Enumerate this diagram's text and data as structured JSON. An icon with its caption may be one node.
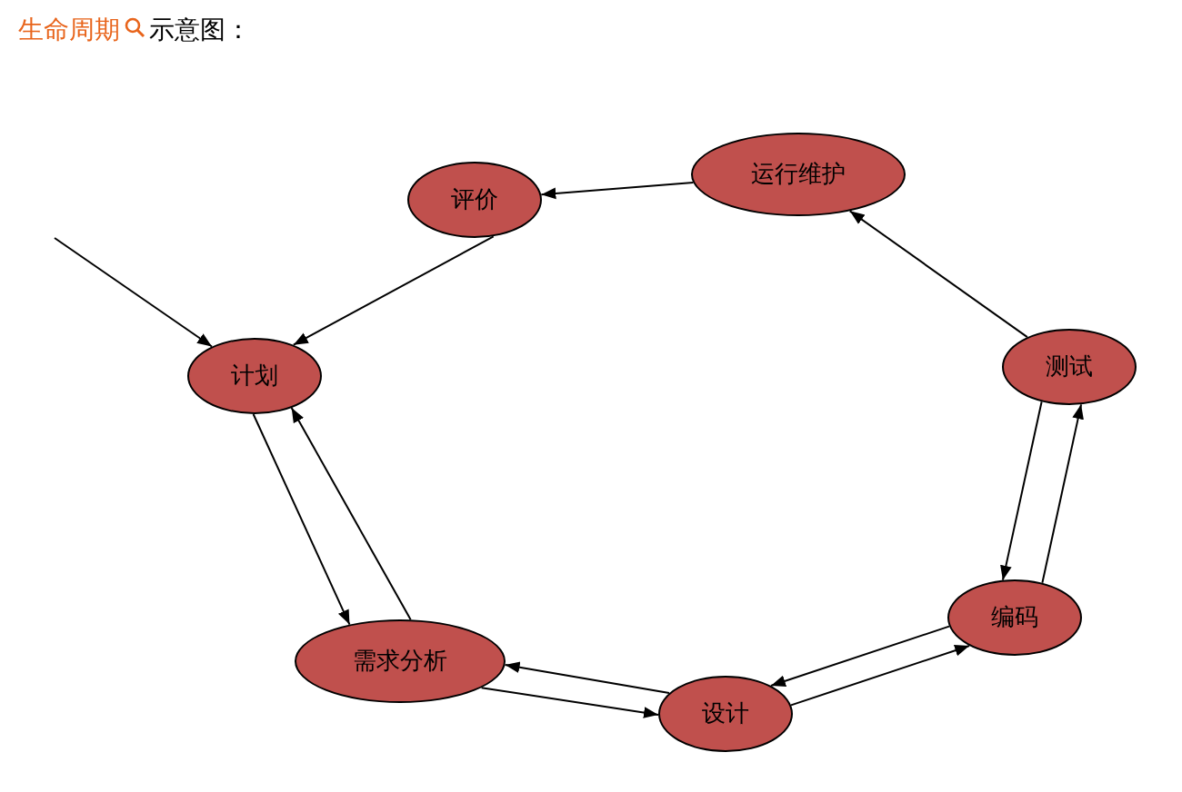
{
  "diagram": {
    "nodes": [
      {
        "text": [
          "评价"
        ]
      },
      {
        "text": [
          "运行维护"
        ]
      },
      {
        "text": [
          "计划"
        ]
      },
      {
        "text": [
          "测试"
        ]
      },
      {
        "text": [
          "需求分析"
        ]
      },
      {
        "text": [
          "编码"
        ]
      },
      {
        "text": [
          "设计"
        ]
      }
    ],
    "edges": [
      {
        "from": null,
        "to": 2,
        "arrow": "to"
      },
      {
        "from": 0,
        "to": 2,
        "arrow": "to"
      },
      {
        "from": 1,
        "to": 0,
        "arrow": "to"
      },
      {
        "from": 3,
        "to": 1,
        "arrow": "to"
      },
      {
        "from": 3,
        "to": 5,
        "arrow": "to"
      },
      {
        "from": 5,
        "to": 3,
        "arrow": "to"
      },
      {
        "from": 5,
        "to": 6,
        "arrow": "to"
      },
      {
        "from": 6,
        "to": 5,
        "arrow": "to"
      },
      {
        "from": 6,
        "to": 4,
        "arrow": "to"
      },
      {
        "from": 4,
        "to": 6,
        "arrow": "to"
      },
      {
        "from": 2,
        "to": 4,
        "arrow": "to"
      },
      {
        "from": 4,
        "to": 2,
        "arrow": "to"
      }
    ],
    "labels": [
      "生命周期",
      "示意图："
    ]
  }
}
